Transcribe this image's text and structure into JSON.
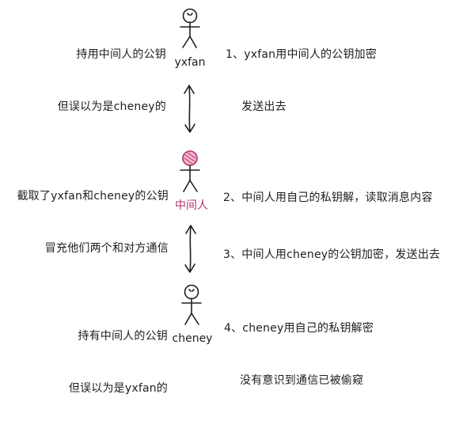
{
  "actors": {
    "top": {
      "name": "yxfan",
      "side_note": [
        "持用中间人的公钥",
        "但误以为是cheney的"
      ],
      "steps": [
        "1、yxfan用中间人的公钥加密",
        "发送出去"
      ]
    },
    "middle": {
      "name": "中间人",
      "side_note": [
        "截取了yxfan和cheney的公钥",
        "冒充他们两个和对方通信"
      ],
      "steps": [
        "2、中间人用自己的私钥解，读取消息内容",
        "3、中间人用cheney的公钥加密，发送出去"
      ]
    },
    "bottom": {
      "name": "cheney",
      "side_note": [
        "持有中间人的公钥",
        "但误以为是yxfan的"
      ],
      "steps": [
        "4、cheney用自己的私钥解密",
        "没有意识到通信已被偷窥"
      ]
    }
  },
  "colors": {
    "ink": "#1e1e1e",
    "highlight": "#b5306e",
    "head_fill": "#f3b8cc"
  }
}
